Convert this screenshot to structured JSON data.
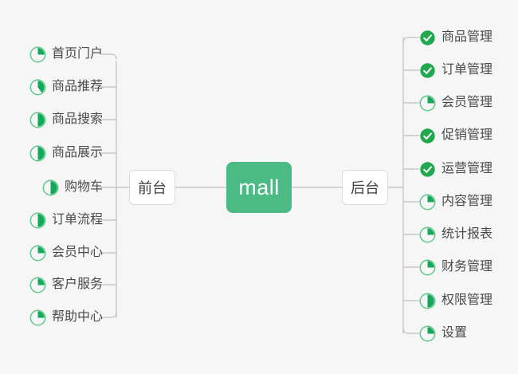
{
  "diagram": {
    "type": "mindmap",
    "background_color": "#f6f6f6",
    "root": {
      "label": "mall",
      "color": "#4cba84",
      "text_color": "#ffffff"
    },
    "branches": [
      {
        "id": "frontend",
        "label": "前台",
        "side": "left",
        "children": [
          {
            "label": "首页门户",
            "icon": "pie-25-icon",
            "progress": 25,
            "status": "in-progress"
          },
          {
            "label": "商品推荐",
            "icon": "pie-40-icon",
            "progress": 40,
            "status": "in-progress"
          },
          {
            "label": "商品搜索",
            "icon": "pie-50-icon",
            "progress": 50,
            "status": "in-progress"
          },
          {
            "label": "商品展示",
            "icon": "pie-50-icon",
            "progress": 50,
            "status": "in-progress"
          },
          {
            "label": "购物车",
            "icon": "pie-50-icon",
            "progress": 50,
            "status": "in-progress"
          },
          {
            "label": "订单流程",
            "icon": "pie-50-icon",
            "progress": 50,
            "status": "in-progress"
          },
          {
            "label": "会员中心",
            "icon": "pie-25-icon",
            "progress": 25,
            "status": "in-progress"
          },
          {
            "label": "客户服务",
            "icon": "pie-25-icon",
            "progress": 25,
            "status": "in-progress"
          },
          {
            "label": "帮助中心",
            "icon": "pie-25-icon",
            "progress": 25,
            "status": "in-progress"
          }
        ]
      },
      {
        "id": "backend",
        "label": "后台",
        "side": "right",
        "children": [
          {
            "label": "商品管理",
            "icon": "check-circle-icon",
            "progress": 100,
            "status": "done"
          },
          {
            "label": "订单管理",
            "icon": "check-circle-icon",
            "progress": 100,
            "status": "done"
          },
          {
            "label": "会员管理",
            "icon": "pie-25-icon",
            "progress": 25,
            "status": "in-progress"
          },
          {
            "label": "促销管理",
            "icon": "check-circle-icon",
            "progress": 100,
            "status": "done"
          },
          {
            "label": "运营管理",
            "icon": "check-circle-icon",
            "progress": 100,
            "status": "done"
          },
          {
            "label": "内容管理",
            "icon": "pie-25-icon",
            "progress": 25,
            "status": "in-progress"
          },
          {
            "label": "统计报表",
            "icon": "pie-25-icon",
            "progress": 25,
            "status": "in-progress"
          },
          {
            "label": "财务管理",
            "icon": "pie-25-icon",
            "progress": 25,
            "status": "in-progress"
          },
          {
            "label": "权限管理",
            "icon": "pie-50-icon",
            "progress": 50,
            "status": "in-progress"
          },
          {
            "label": "设置",
            "icon": "pie-25-icon",
            "progress": 25,
            "status": "in-progress"
          }
        ]
      }
    ],
    "colors": {
      "root_fill": "#4cba84",
      "node_fill": "#ffffff",
      "node_border": "#dcdcdc",
      "connector": "#bfbfbf",
      "pie_ring": "#5fc98c",
      "pie_fill": "#13a85a",
      "check_fill": "#22a84f",
      "check_mark": "#ffffff",
      "label_text": "#4a4a4a"
    }
  }
}
